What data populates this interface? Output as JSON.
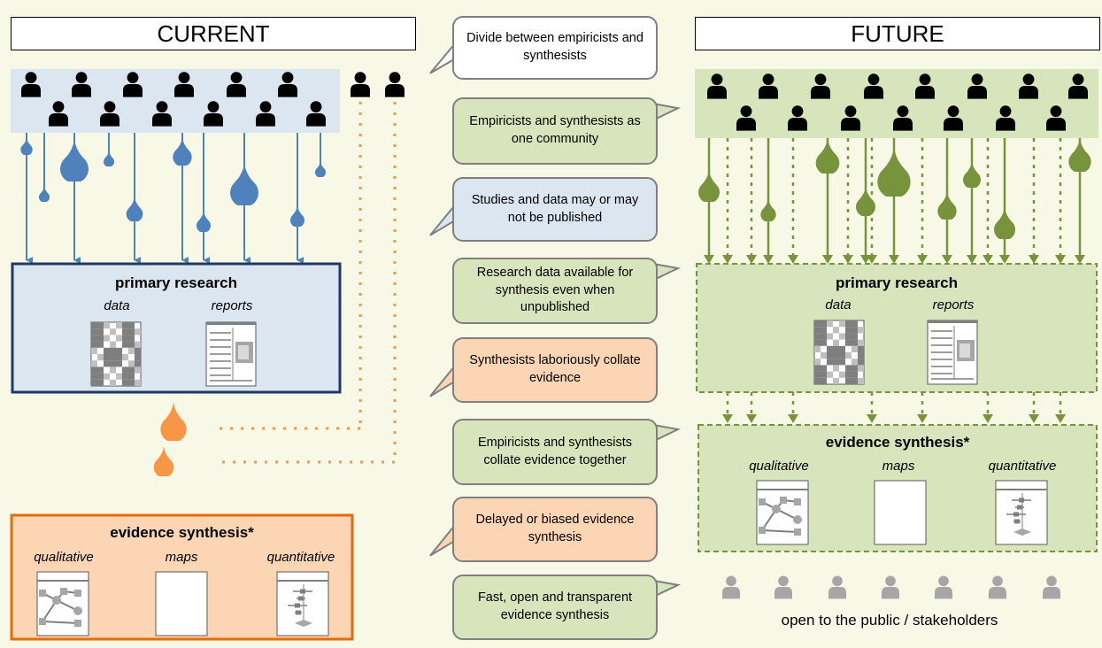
{
  "headers": {
    "current": "CURRENT",
    "future": "FUTURE"
  },
  "current": {
    "primary": {
      "title": "primary research",
      "data": "data",
      "reports": "reports"
    },
    "synthesis": {
      "title": "evidence synthesis*",
      "qualitative": "qualitative",
      "maps": "maps",
      "quantitative": "quantitative"
    }
  },
  "future": {
    "primary": {
      "title": "primary research",
      "data": "data",
      "reports": "reports"
    },
    "synthesis": {
      "title": "evidence synthesis*",
      "qualitative": "qualitative",
      "maps": "maps",
      "quantitative": "quantitative"
    },
    "public_label": "open to the public / stakeholders"
  },
  "bubbles": [
    {
      "text": "Divide between empiricists and synthesists",
      "kind": "white",
      "tail": "left"
    },
    {
      "text": "Empiricists and synthesists as one community",
      "kind": "green",
      "tail": "right"
    },
    {
      "text": "Studies and data may or may not be published",
      "kind": "blue",
      "tail": "left"
    },
    {
      "text": "Research data available for synthesis even when unpublished",
      "kind": "green",
      "tail": "right"
    },
    {
      "text": "Synthesists laboriously collate evidence",
      "kind": "orange",
      "tail": "left"
    },
    {
      "text": "Empiricists and synthesists collate evidence together",
      "kind": "green",
      "tail": "right"
    },
    {
      "text": "Delayed or biased evidence synthesis",
      "kind": "orange",
      "tail": "left"
    },
    {
      "text": "Fast, open and transparent evidence synthesis",
      "kind": "green",
      "tail": "right"
    }
  ],
  "colors": {
    "bg": "#f8f8e6",
    "blue_fill": "#dce6f1",
    "blue_drop": "#4f81bd",
    "blue_border": "#1f3864",
    "green_fill": "#d8e4bc",
    "green_drop": "#77933c",
    "orange_fill": "#fcd5b4",
    "orange_drop": "#f79646",
    "orange_border": "#e36c09",
    "grey_person": "#a6a6a6"
  }
}
